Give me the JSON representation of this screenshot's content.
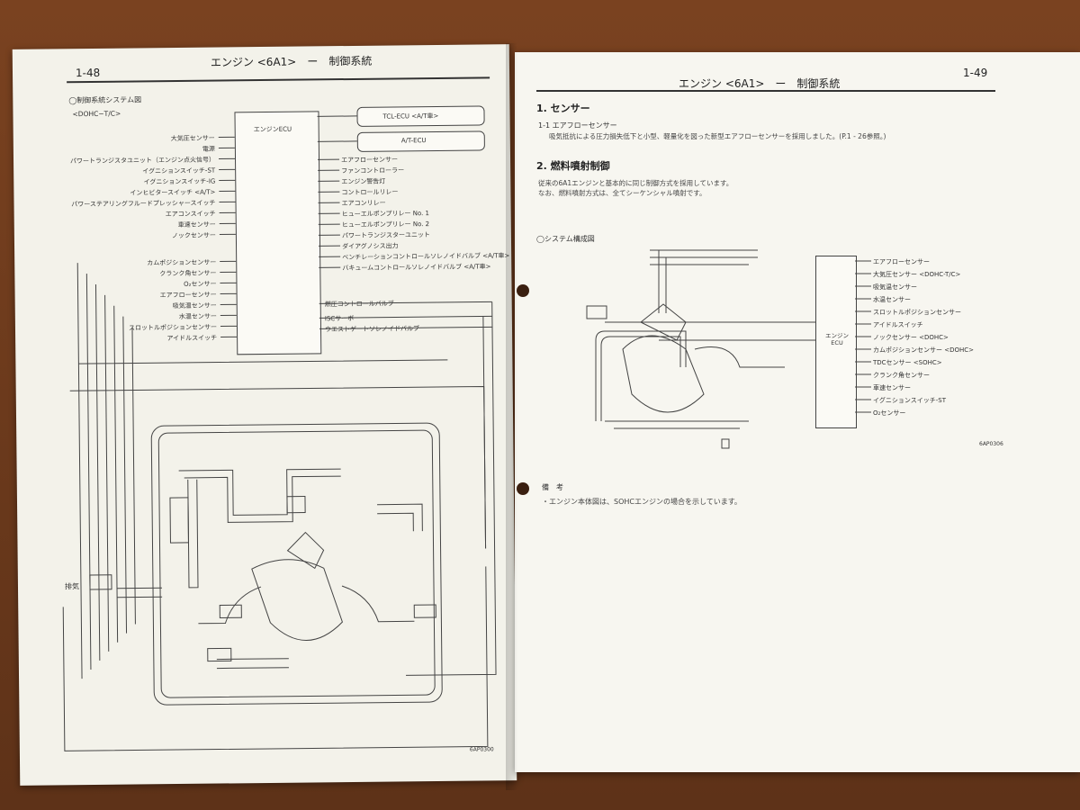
{
  "left_page": {
    "page_num": "1-48",
    "header": "エンジン <6A1>　ー　制御系統",
    "diagram_title": "◯制御系統システム図",
    "variant": "<DOHC−T/C>",
    "ecu_label": "エンジンECU",
    "tcl_box": "TCL-ECU <A/T車>",
    "at_box": "A/T-ECU",
    "inputs_top": [
      "大気圧センサー",
      "電源",
      "パワートランジスタユニット（エンジン点火信号）",
      "イグニションスイッチ-ST",
      "イグニションスイッチ-IG",
      "インヒビタースイッチ <A/T>",
      "パワーステアリングフルードプレッシャースイッチ",
      "エアコンスイッチ",
      "車速センサー",
      "ノックセンサー"
    ],
    "inputs_bottom": [
      "カムポジションセンサー",
      "クランク角センサー",
      "O₂センサー",
      "エアフローセンサー",
      "吸気温センサー",
      "水温センサー",
      "スロットルポジションセンサー",
      "アイドルスイッチ"
    ],
    "outputs": [
      "エアフローセンサー",
      "ファンコントローラー",
      "エンジン警告灯",
      "コントロールリレー",
      "エアコンリレー",
      "ヒューエルポンプリレー No. 1",
      "ヒューエルポンプリレー No. 2",
      "パワートランジスターユニット",
      "ダイアグノシス出力",
      "ベンチレーションコントロールソレノイドバルブ <A/T車>",
      "バキュームコントロールソレノイドバルブ <A/T車>"
    ],
    "outputs_low": [
      "燃圧コントロールバルブ",
      "ISCサーボ",
      "ウエストゲートソレノイドバルブ"
    ],
    "exhaust_label": "排気",
    "fig_code": "6AP0300"
  },
  "right_page": {
    "page_num": "1-49",
    "header": "エンジン <6A1>　ー　制御系統",
    "s1_title": "1. センサー",
    "s1_1": "1-1 エアフローセンサー",
    "s1_body": "吸気抵抗による圧力損失低下と小型、軽量化を図った新型エアフローセンサーを採用しました。(P.1 - 26参照。)",
    "s2_title": "2. 燃料噴射制御",
    "s2_body1": "従来の6A1エンジンと基本的に同じ制御方式を採用しています。",
    "s2_body2": "なお、燃料噴射方式は、全てシーケンシャル噴射です。",
    "diagram_title": "◯システム構成図",
    "ecu_label": "エンジン ECU",
    "sensors": [
      "エアフローセンサー",
      "大気圧センサー <DOHC-T/C>",
      "吸気温センサー",
      "水温センサー",
      "スロットルポジションセンサー",
      "アイドルスイッチ",
      "ノックセンサー <DOHC>",
      "カムポジションセンサー <DOHC>",
      "TDCセンサー <SOHC>",
      "クランク角センサー",
      "車速センサー",
      "イグニションスイッチ-ST",
      "O₂センサー"
    ],
    "fig_code": "6AP0306",
    "note_title": "備　考",
    "note_body": "・エンジン本体図は、SOHCエンジンの場合を示しています。"
  }
}
